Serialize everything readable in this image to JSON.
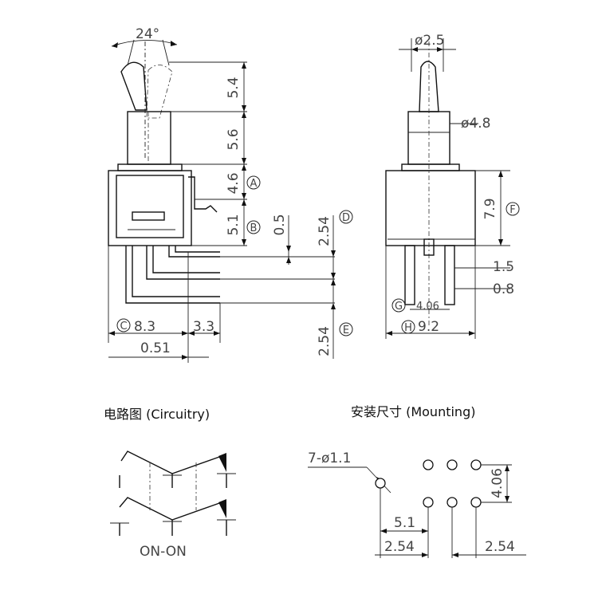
{
  "side_view": {
    "angle": "24°",
    "dim_lever": "5.4",
    "dim_bushing": "5.6",
    "dim_a": "4.6",
    "dim_b": "5.1",
    "dim_half": "0.5",
    "dim_d": "2.54",
    "dim_c": "8.3",
    "dim_offset": "3.3",
    "dim_pin": "0.51",
    "dim_e": "2.54",
    "mark_a": "A",
    "mark_b": "B",
    "mark_c": "C",
    "mark_d": "D",
    "mark_e": "E"
  },
  "front_view": {
    "dim_lever_dia": "ø2.5",
    "dim_bushing_dia": "ø4.8",
    "dim_height": "7.9",
    "dim_pitch": "1.5",
    "dim_pin_w": "0.8",
    "dim_spacing": "4.06",
    "dim_width": "9.2",
    "mark_f": "F",
    "mark_g": "G",
    "mark_h": "H"
  },
  "circuitry": {
    "heading": "电路图 (Circuitry)",
    "label": "ON-ON"
  },
  "mounting": {
    "heading": "安装尺寸 (Mounting)",
    "holes_label": "7-ø1.1",
    "dim_row_gap": "4.06",
    "dim_offset": "5.1",
    "dim_pitch_left": "2.54",
    "dim_pitch_right": "2.54"
  }
}
